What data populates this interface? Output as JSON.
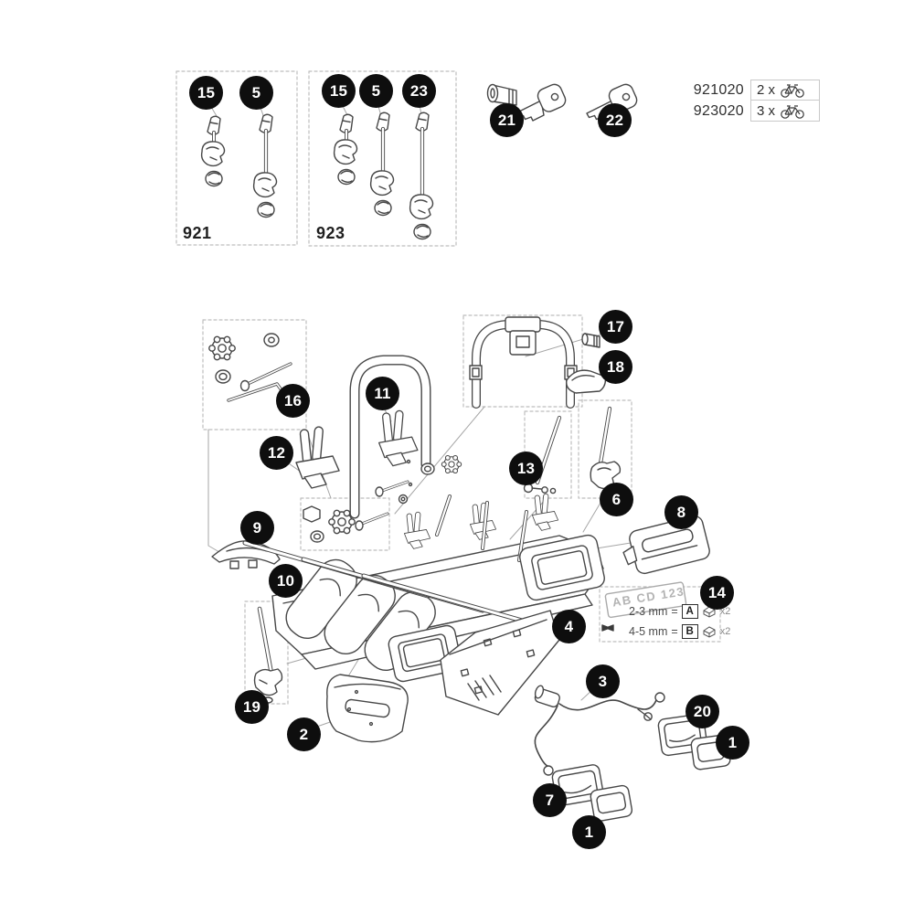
{
  "colors": {
    "badge_bg": "#0e0e0e",
    "badge_text": "#ffffff",
    "line_art": "#474747",
    "leader_line": "#a6a6a6",
    "dashed_box": "#bdbdbd"
  },
  "kit_boxes": [
    {
      "label": "921"
    },
    {
      "label": "923"
    }
  ],
  "capacity_table": {
    "rows": [
      {
        "part_number": "921020",
        "quantity": "2 x",
        "icon": "bike-icon"
      },
      {
        "part_number": "923020",
        "quantity": "3 x",
        "icon": "bike-icon"
      }
    ]
  },
  "plate_box": {
    "plate_text": "AB CD 123",
    "rows": [
      {
        "range": "2-3 mm",
        "equals": "=",
        "letter": "A",
        "icon": "clip-icon",
        "qty": "x2"
      },
      {
        "range": "4-5 mm",
        "equals": "=",
        "letter": "B",
        "icon": "clip-icon",
        "qty": "x2"
      }
    ]
  },
  "callouts": [
    {
      "label": "15"
    },
    {
      "label": "5"
    },
    {
      "label": "15"
    },
    {
      "label": "5"
    },
    {
      "label": "23"
    },
    {
      "label": "21"
    },
    {
      "label": "22"
    },
    {
      "label": "17"
    },
    {
      "label": "18"
    },
    {
      "label": "16"
    },
    {
      "label": "11"
    },
    {
      "label": "12"
    },
    {
      "label": "13"
    },
    {
      "label": "6"
    },
    {
      "label": "9"
    },
    {
      "label": "8"
    },
    {
      "label": "10"
    },
    {
      "label": "14"
    },
    {
      "label": "4"
    },
    {
      "label": "3"
    },
    {
      "label": "19"
    },
    {
      "label": "20"
    },
    {
      "label": "1"
    },
    {
      "label": "2"
    },
    {
      "label": "7"
    },
    {
      "label": "1"
    }
  ]
}
